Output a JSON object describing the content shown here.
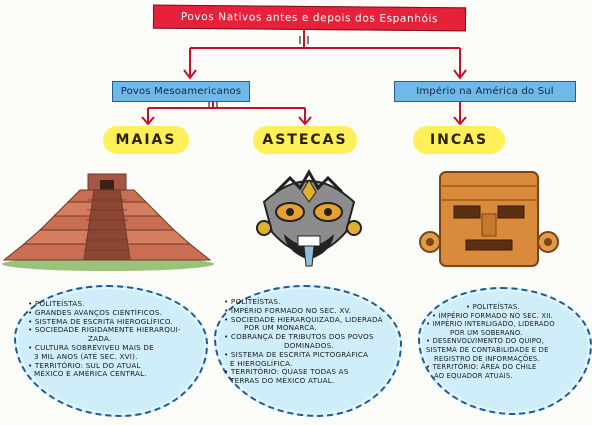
{
  "title": "Povos Nativos antes e depois dos Espanhóis",
  "categories": {
    "left": "Povos Mesoamericanos",
    "right": "Império na América do Sul"
  },
  "peoples": {
    "maias": "MAIAS",
    "astecas": "ASTECAS",
    "incas": "INCAS"
  },
  "notes": {
    "maias": [
      "• POLITEÍSTAS.",
      "• GRANDES AVANÇOS CIENTÍFICOS.",
      "• SISTEMA DE ESCRITA HIEROGLÍFICO.",
      "• SOCIEDADE RIGIDAMENTE HIERARQUI-",
      "ZADA.",
      "• CULTURA SOBREVIVEU MAIS DE",
      "3 MIL ANOS (ATÉ SEC. XVI).",
      "• TERRITÓRIO: SUL DO ATUAL",
      "MÉXICO E AMÉRICA CENTRAL."
    ],
    "astecas": [
      "• POLITEÍSTAS.",
      "• IMPÉRIO FORMADO NO SEC. XV.",
      "• SOCIEDADE HIERARQUIZADA, LIDERADA",
      "POR UM MONARCA.",
      "• COBRANÇA DE TRIBUTOS DOS POVOS",
      "DOMINADOS.",
      "• SISTEMA DE ESCRITA PICTOGRÁFICA",
      "E HIEROGLÍFICA.",
      "• TERRITÓRIO: QUASE TODAS AS",
      "TERRAS DO MÉXICO ATUAL."
    ],
    "incas": [
      "• POLITEÍSTAS.",
      "• IMPÉRIO FORMADO NO SEC. XII.",
      "• IMPÉRIO INTERLIGADO, LIDERADO",
      "POR UM SOBERANO.",
      "• DESENVOLVIMENTO DO QUIPO,",
      "SISTEMA DE CONTABILIDADE E DE",
      "REGISTRO DE INFORMAÇÕES.",
      "• TERRITÓRIO: ÁREA DO CHILE",
      "AO EQUADOR ATUAIS."
    ]
  },
  "colors": {
    "title_red": "#e8213b",
    "topic_blue": "#6fb8ea",
    "arrow_red": "#c8102e",
    "tag_yellow": "#fff05a",
    "cloud_blue": "#cfeef9"
  }
}
